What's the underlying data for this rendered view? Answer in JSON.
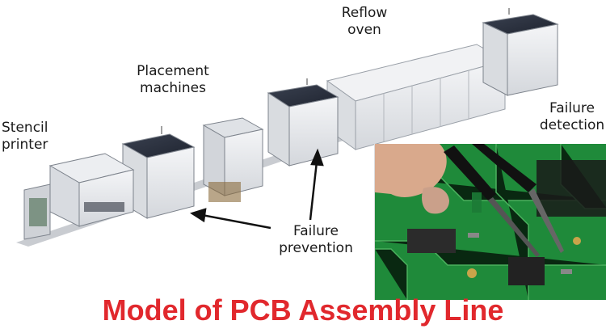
{
  "labels": {
    "reflow": "Reflow\noven",
    "placement": "Placement\nmachines",
    "stencil": "Stencil\nprinter",
    "failure_detection": "Failure\ndetection",
    "failure_prevention": "Failure\nprevention"
  },
  "title": "Model of PCB Assembly Line",
  "colors": {
    "title": "#e1282d",
    "machine_body": "#e9ebee",
    "machine_dark": "#2f3440",
    "pcb_green": "#1f8a3a",
    "arrow": "#111111"
  }
}
